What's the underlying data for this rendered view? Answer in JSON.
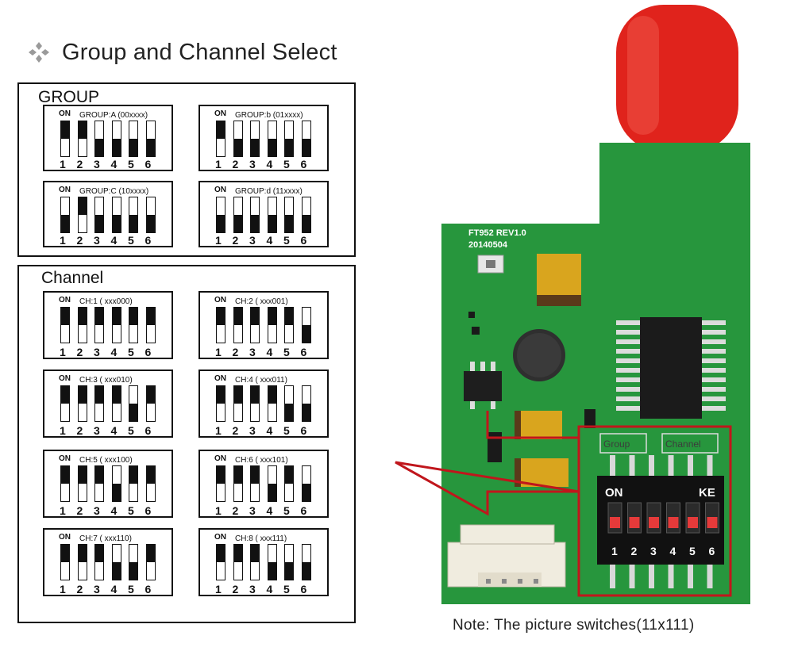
{
  "heading": "Group and Channel Select",
  "group": {
    "title": "GROUP",
    "switches": [
      {
        "label": "GROUP:A  (00xxxx)",
        "on": "ON",
        "states": [
          0,
          0,
          1,
          1,
          1,
          1
        ]
      },
      {
        "label": "GROUP:b  (01xxxx)",
        "on": "ON",
        "states": [
          0,
          1,
          1,
          1,
          1,
          1
        ]
      },
      {
        "label": "GROUP:C  (10xxxx)",
        "on": "ON",
        "states": [
          1,
          0,
          1,
          1,
          1,
          1
        ]
      },
      {
        "label": "GROUP:d  (11xxxx)",
        "on": "ON",
        "states": [
          1,
          1,
          1,
          1,
          1,
          1
        ]
      }
    ]
  },
  "channel": {
    "title": "Channel",
    "switches": [
      {
        "label": "CH:1 ( xxx000)",
        "on": "ON",
        "states": [
          0,
          0,
          0,
          0,
          0,
          0
        ]
      },
      {
        "label": "CH:2 ( xxx001)",
        "on": "ON",
        "states": [
          0,
          0,
          0,
          0,
          0,
          1
        ]
      },
      {
        "label": "CH:3 ( xxx010)",
        "on": "ON",
        "states": [
          0,
          0,
          0,
          0,
          1,
          0
        ]
      },
      {
        "label": "CH:4 ( xxx011)",
        "on": "ON",
        "states": [
          0,
          0,
          0,
          0,
          1,
          1
        ]
      },
      {
        "label": "CH:5 ( xxx100)",
        "on": "ON",
        "states": [
          0,
          0,
          0,
          1,
          0,
          0
        ]
      },
      {
        "label": "CH:6 ( xxx101)",
        "on": "ON",
        "states": [
          0,
          0,
          0,
          1,
          0,
          1
        ]
      },
      {
        "label": "CH:7 ( xxx110)",
        "on": "ON",
        "states": [
          0,
          0,
          0,
          1,
          1,
          0
        ]
      },
      {
        "label": "CH:8 ( xxx111)",
        "on": "ON",
        "states": [
          0,
          0,
          0,
          1,
          1,
          1
        ]
      }
    ]
  },
  "numbers": [
    "1",
    "2",
    "3",
    "4",
    "5",
    "6"
  ],
  "board": {
    "model": "FT952 REV1.0",
    "date": "20140504",
    "group_label": "Group",
    "channel_label": "Channel",
    "dip_on": "ON",
    "dip_ke": "KE",
    "colors": {
      "pcb": "#27963d",
      "antenna": "#e0231c",
      "highlight": "#c0161c",
      "switch": "#e53a3a"
    }
  },
  "note": "Note: The picture switches(11x111)"
}
